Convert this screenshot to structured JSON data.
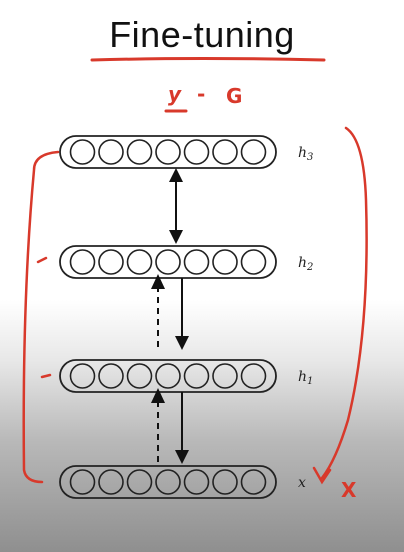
{
  "title": "Fine-tuning",
  "annotation": {
    "y": "y",
    "dash": "-",
    "g": "G"
  },
  "layers": [
    {
      "label": "h3",
      "units": 7
    },
    {
      "label": "h2",
      "units": 7
    },
    {
      "label": "h1",
      "units": 7
    },
    {
      "label": "x",
      "units": 7
    }
  ],
  "handwriting": {
    "x_mark": "X"
  },
  "colors": {
    "ink": "#222222",
    "annotation": "#d8392b"
  }
}
